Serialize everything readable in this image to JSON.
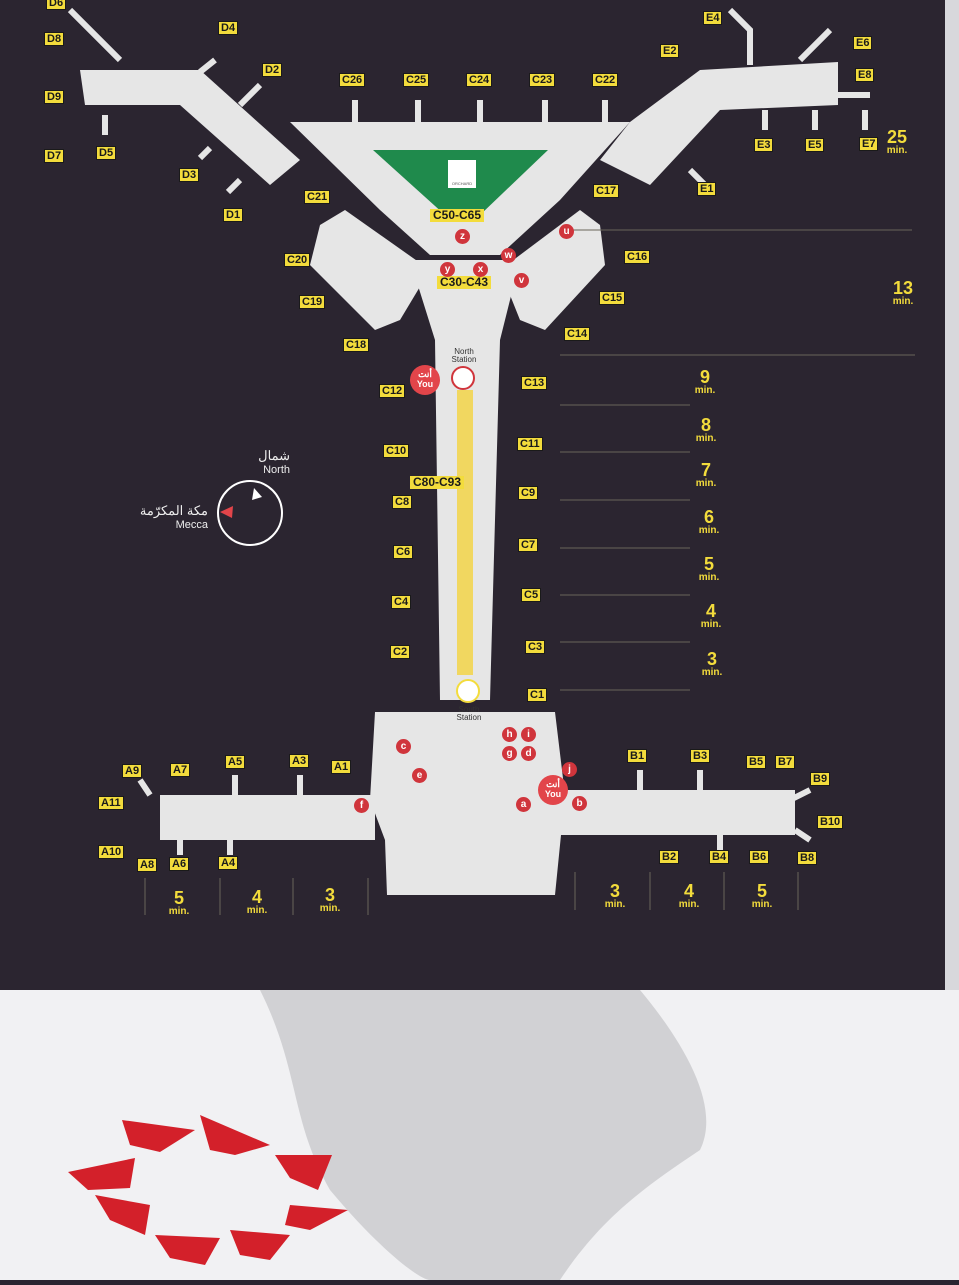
{
  "gates": {
    "D": [
      "D6",
      "D8",
      "D4",
      "D2",
      "D9",
      "D5",
      "D7",
      "D3",
      "D1"
    ],
    "C": [
      "C26",
      "C25",
      "C24",
      "C23",
      "C22",
      "C21",
      "C20",
      "C19",
      "C18",
      "C17",
      "C16",
      "C15",
      "C14",
      "C13",
      "C12",
      "C11",
      "C10",
      "C9",
      "C8",
      "C7",
      "C6",
      "C5",
      "C4",
      "C3",
      "C2",
      "C1"
    ],
    "E": [
      "E4",
      "E6",
      "E2",
      "E8",
      "E3",
      "E5",
      "E7",
      "E1"
    ],
    "A": [
      "A9",
      "A7",
      "A5",
      "A3",
      "A1",
      "A11",
      "A10",
      "A8",
      "A6",
      "A4"
    ],
    "B": [
      "B1",
      "B3",
      "B5",
      "B7",
      "B9",
      "B10",
      "B2",
      "B4",
      "B6",
      "B8"
    ]
  },
  "ranges": [
    "C50-C65",
    "C30-C43",
    "C80-C93"
  ],
  "minutes_unit": "min.",
  "walk_times_right": [
    "25",
    "13",
    "9",
    "8",
    "7",
    "6",
    "5",
    "4",
    "3"
  ],
  "walk_times_bottom": [
    "5",
    "4",
    "3",
    "3",
    "4",
    "5"
  ],
  "stations": {
    "north": "North Station",
    "south": "South Station"
  },
  "you_marker": {
    "arabic": "أنت",
    "english": "You"
  },
  "pins": [
    "z",
    "y",
    "x",
    "w",
    "v",
    "u",
    "a",
    "b",
    "c",
    "d",
    "e",
    "f",
    "g",
    "h",
    "i",
    "j"
  ],
  "compass": {
    "north_ar": "شمال",
    "north": "North",
    "mecca_ar": "مكة المكرّمة",
    "mecca": "Mecca"
  },
  "orchard_logo": "ORCHARD",
  "colors": {
    "board": "#2b2530",
    "floor": "#e6e6e6",
    "garden": "#1f8a4c",
    "gate": "#f3dc3c",
    "pin": "#d0353c",
    "logo": "#d3202a"
  }
}
